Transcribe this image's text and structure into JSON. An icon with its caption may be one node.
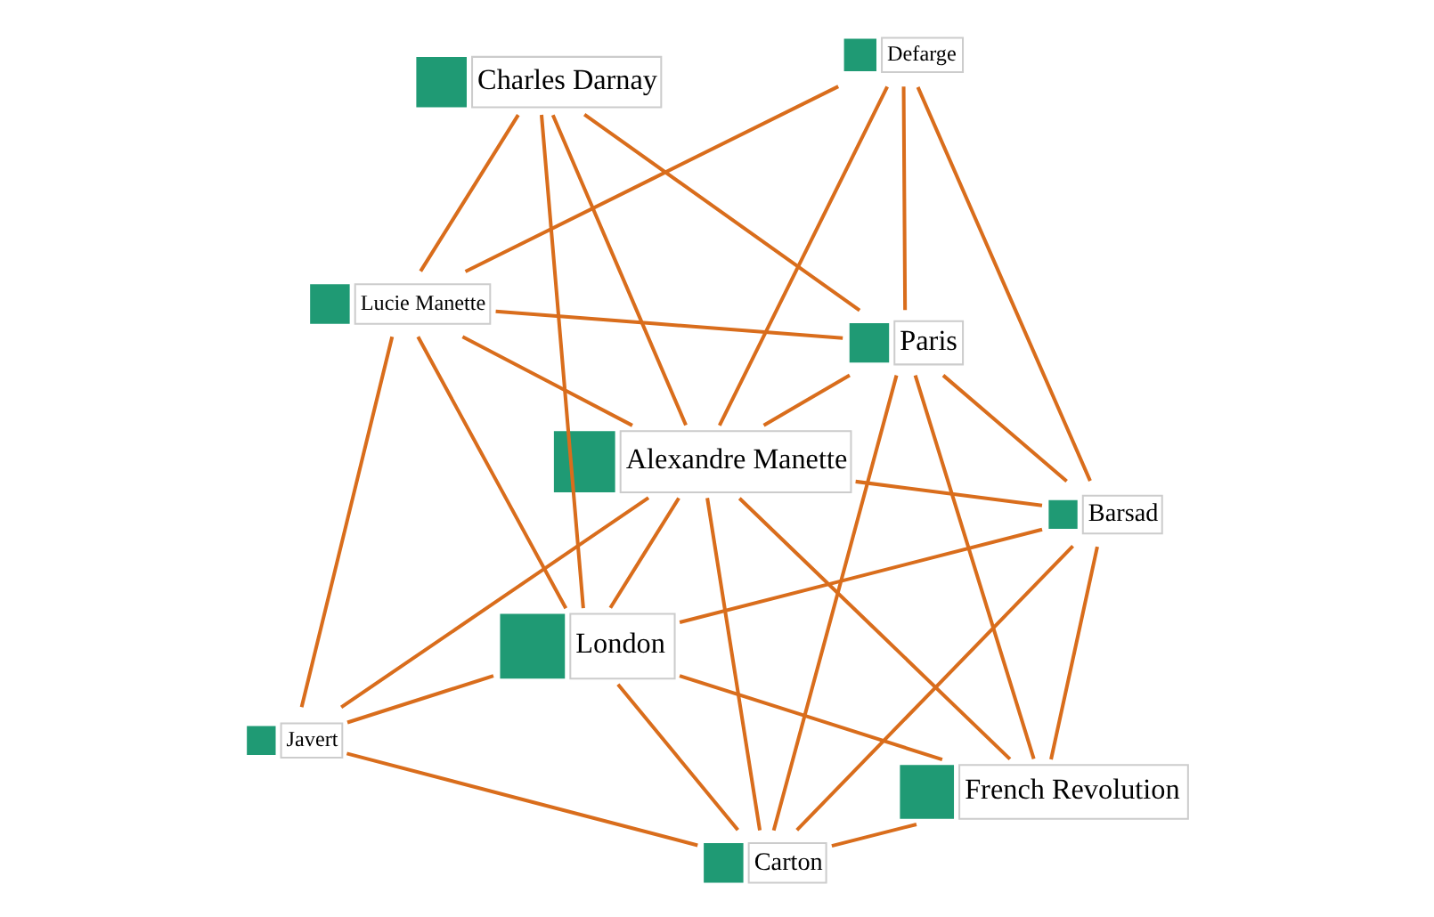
{
  "diagram": {
    "nodes": [
      {
        "text": [
          "Lucie Manette"
        ]
      },
      {
        "text": [
          "Charles Darnay"
        ]
      },
      {
        "text": [
          "Javert"
        ]
      },
      {
        "text": [
          "Defarge"
        ]
      },
      {
        "text": [
          "Alexandre Manette"
        ]
      },
      {
        "text": [
          "London"
        ]
      },
      {
        "text": [
          "Paris"
        ]
      },
      {
        "text": [
          "French Revolution"
        ]
      },
      {
        "text": [
          "Carton"
        ]
      },
      {
        "text": [
          "Barsad"
        ]
      }
    ],
    "edges": [
      {
        "from": 0,
        "to": 2,
        "arrow": "none"
      },
      {
        "from": 0,
        "to": 5,
        "arrow": "none"
      },
      {
        "from": 0,
        "to": 1,
        "arrow": "none"
      },
      {
        "from": 0,
        "to": 4,
        "arrow": "none"
      },
      {
        "from": 0,
        "to": 6,
        "arrow": "none"
      },
      {
        "from": 0,
        "to": 3,
        "arrow": "none"
      },
      {
        "from": 1,
        "to": 5,
        "arrow": "none"
      },
      {
        "from": 1,
        "to": 4,
        "arrow": "none"
      },
      {
        "from": 1,
        "to": 6,
        "arrow": "none"
      },
      {
        "from": 2,
        "to": 4,
        "arrow": "none"
      },
      {
        "from": 2,
        "to": 5,
        "arrow": "none"
      },
      {
        "from": 2,
        "to": 8,
        "arrow": "none"
      },
      {
        "from": 3,
        "to": 4,
        "arrow": "none"
      },
      {
        "from": 3,
        "to": 6,
        "arrow": "none"
      },
      {
        "from": 3,
        "to": 9,
        "arrow": "none"
      },
      {
        "from": 4,
        "to": 5,
        "arrow": "none"
      },
      {
        "from": 4,
        "to": 6,
        "arrow": "none"
      },
      {
        "from": 4,
        "to": 8,
        "arrow": "none"
      },
      {
        "from": 4,
        "to": 7,
        "arrow": "none"
      },
      {
        "from": 4,
        "to": 9,
        "arrow": "none"
      },
      {
        "from": 5,
        "to": 8,
        "arrow": "none"
      },
      {
        "from": 5,
        "to": 7,
        "arrow": "none"
      },
      {
        "from": 5,
        "to": 9,
        "arrow": "none"
      },
      {
        "from": 8,
        "to": 6,
        "arrow": "none"
      },
      {
        "from": 8,
        "to": 7,
        "arrow": "none"
      },
      {
        "from": 8,
        "to": 9,
        "arrow": "none"
      },
      {
        "from": 7,
        "to": 6,
        "arrow": "none"
      },
      {
        "from": 7,
        "to": 9,
        "arrow": "none"
      },
      {
        "from": 6,
        "to": 9,
        "arrow": "none"
      }
    ]
  }
}
